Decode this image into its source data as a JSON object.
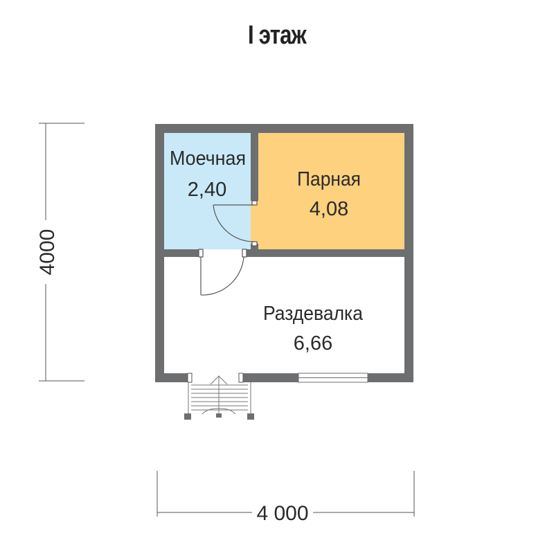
{
  "title": "I этаж",
  "rooms": {
    "washroom": {
      "name": "Моечная",
      "area": "2,40",
      "color": "#c9e9f8"
    },
    "steam": {
      "name": "Парная",
      "area": "4,08",
      "color": "#fdd17e"
    },
    "dressing": {
      "name": "Раздевалка",
      "area": "6,66",
      "color": "#ffffff"
    }
  },
  "dimensions": {
    "height": "4000",
    "width": "4 000"
  },
  "colors": {
    "wall": "#6d6e70",
    "line": "#555555"
  }
}
